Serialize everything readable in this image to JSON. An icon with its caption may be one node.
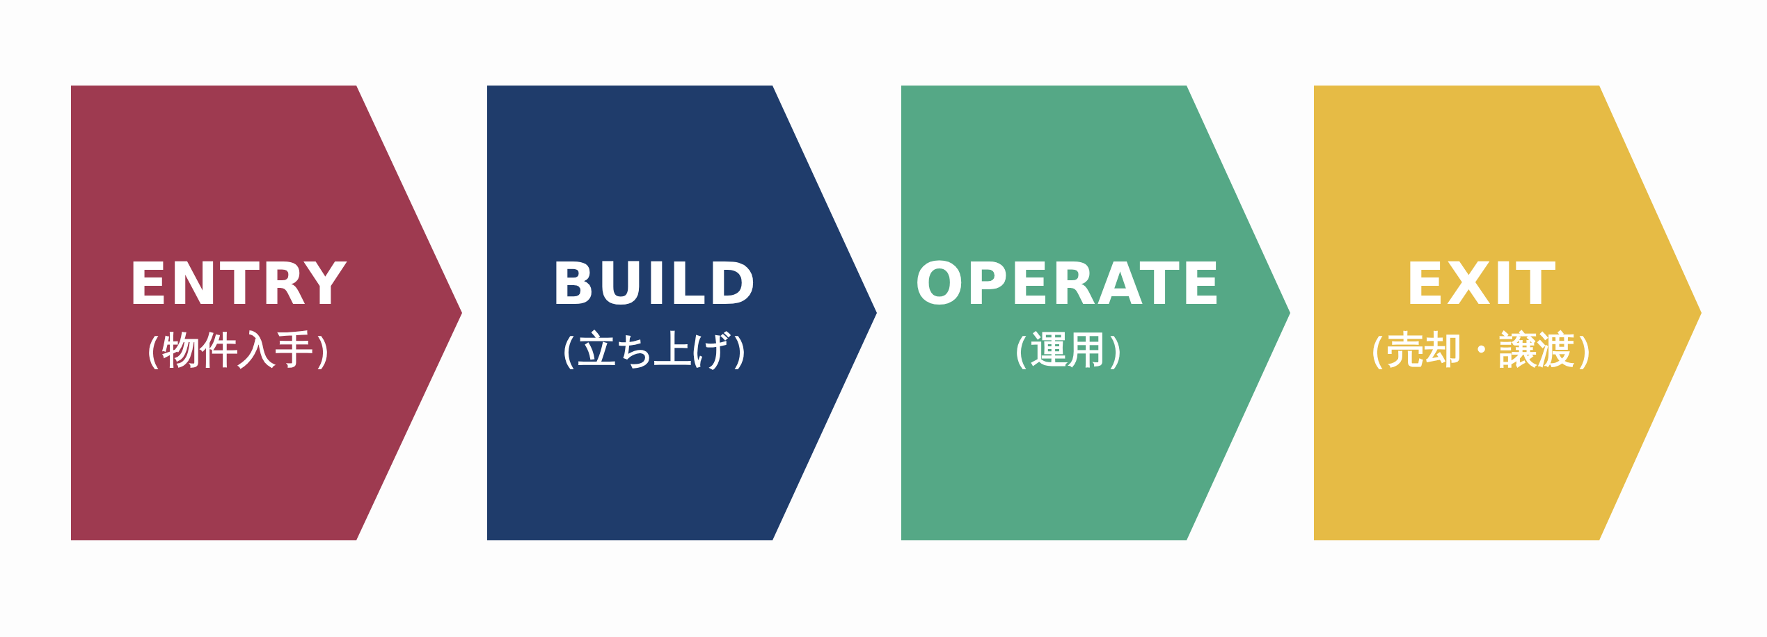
{
  "diagram": {
    "nodes": [
      {
        "text": [
          "ENTRY",
          "（物件入手）"
        ]
      },
      {
        "text": [
          "BUILD",
          "（立ち上げ）"
        ]
      },
      {
        "text": [
          "OPERATE",
          "（運用）"
        ]
      },
      {
        "text": [
          "EXIT",
          "（売却・譲渡）"
        ]
      }
    ]
  }
}
